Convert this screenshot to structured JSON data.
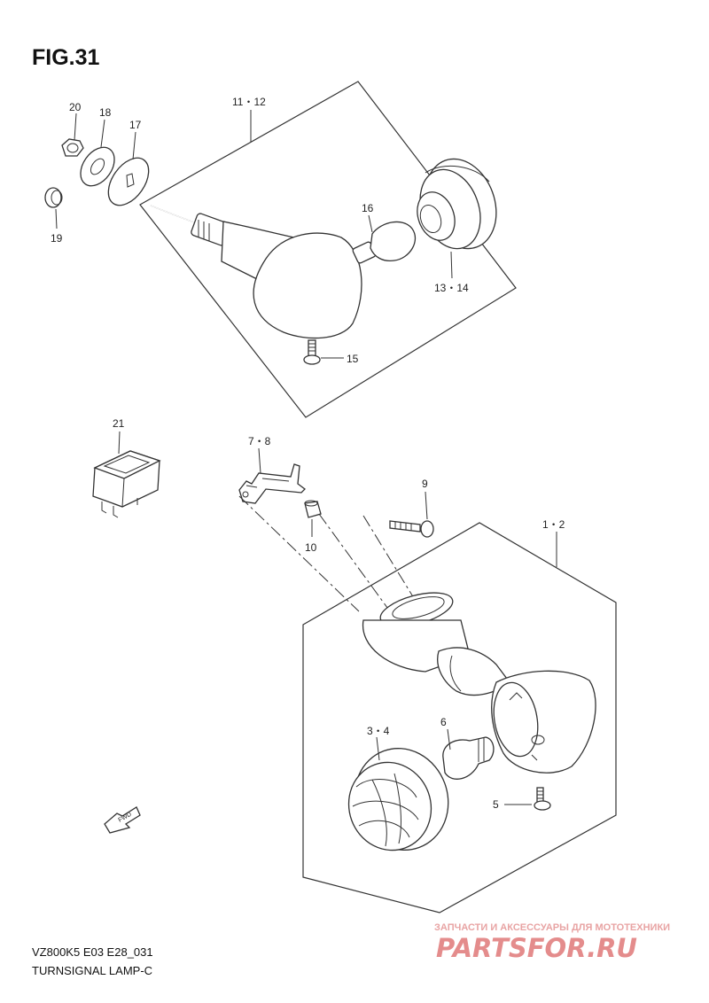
{
  "figure": {
    "title": "FIG.31"
  },
  "callouts": {
    "c20": "20",
    "c18": "18",
    "c17": "17",
    "c19": "19",
    "c11_12": "11・12",
    "c16": "16",
    "c13_14": "13・14",
    "c15": "15",
    "c21": "21",
    "c7_8": "7・8",
    "c9": "9",
    "c10": "10",
    "c1_2": "1・2",
    "c3_4": "3・4",
    "c6": "6",
    "c5": "5"
  },
  "direction_badge": {
    "label": "FWD"
  },
  "footer": {
    "model_code": "VZ800K5 E03 E28_031",
    "section_name": "TURNSIGNAL LAMP-C"
  },
  "watermark": {
    "tagline": "ЗАПЧАСТИ И АКСЕССУАРЫ ДЛЯ МОТОТЕХНИКИ",
    "logo": "PARTSFOR.RU"
  }
}
